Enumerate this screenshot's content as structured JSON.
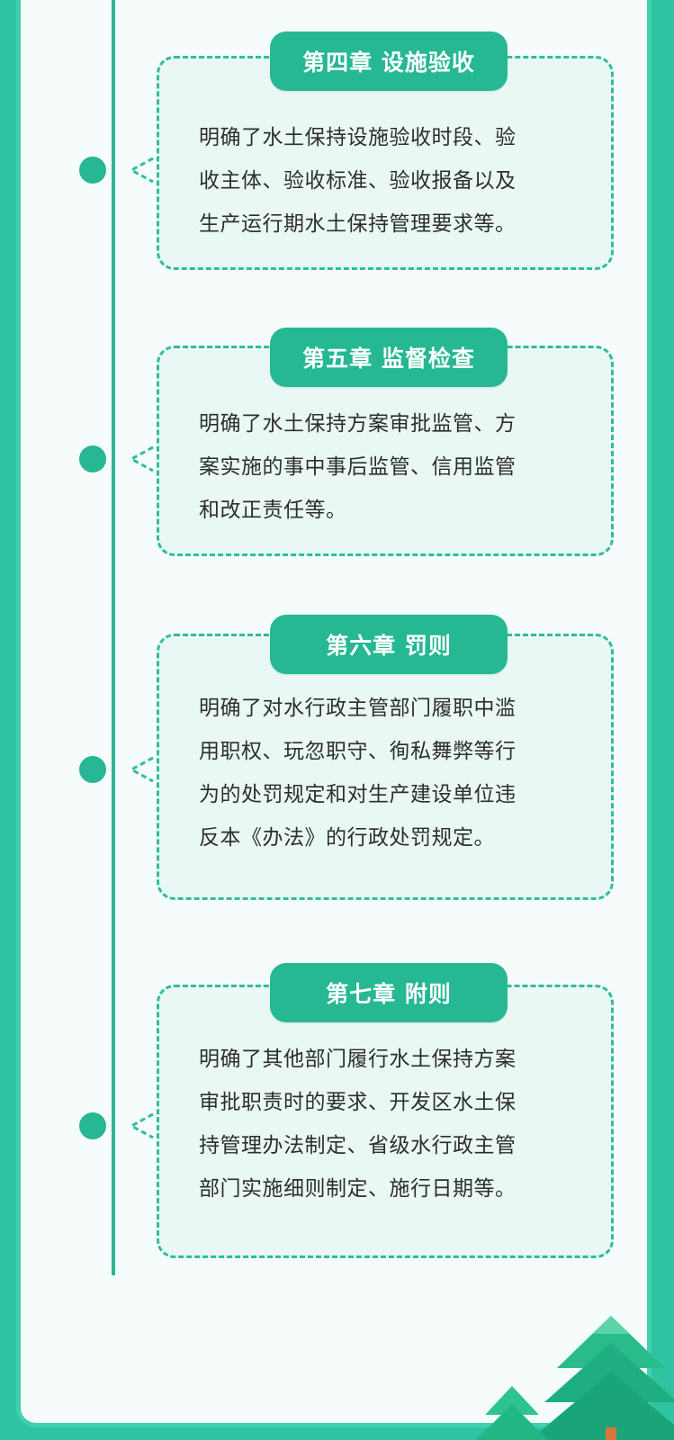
{
  "chapters": [
    {
      "title": "第四章  设施验收",
      "lines": [
        "明确了水土保持设施验收时段、验",
        "收主体、验收标准、验收报备以及",
        "生产运行期水土保持管理要求等。"
      ]
    },
    {
      "title": "第五章  监督检查",
      "lines": [
        "明确了水土保持方案审批监管、方",
        "案实施的事中事后监管、信用监管",
        "和改正责任等。"
      ]
    },
    {
      "title": "第六章  罚则",
      "lines": [
        "明确了对水行政主管部门履职中滥",
        "用职权、玩忽职守、徇私舞弊等行",
        "为的处罚规定和对生产建设单位违",
        "反本《办法》的行政处罚规定。"
      ]
    },
    {
      "title": "第七章  附则",
      "lines": [
        "明确了其他部门履行水土保持方案",
        "审批职责时的要求、开发区水土保",
        "持管理办法制定、省级水行政主管",
        "部门实施细则制定、施行日期等。"
      ]
    }
  ],
  "colors": {
    "accent": "#25b892",
    "card_bg": "#e9f8f4",
    "frame": "#2fc3a3",
    "tree": "#1fae82"
  }
}
